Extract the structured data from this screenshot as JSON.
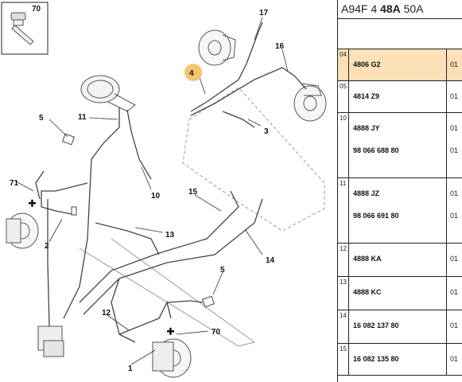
{
  "header": {
    "pre": "A94F 4 ",
    "bold": "48A",
    "post": " 50A"
  },
  "inset": {
    "label": "70"
  },
  "callouts": [
    "17",
    "4",
    "16",
    "5",
    "11",
    "3",
    "10",
    "15",
    "71",
    "13",
    "2",
    "14",
    "5",
    "12",
    "70",
    "1"
  ],
  "rows": [
    {
      "idx": "04",
      "refs": [
        "4806 G2"
      ],
      "qtys": [
        "01"
      ],
      "highlight": true
    },
    {
      "idx": "05",
      "refs": [
        "4814 Z9"
      ],
      "qtys": [
        "01"
      ],
      "highlight": false
    },
    {
      "idx": "10",
      "refs": [
        "4888 JY",
        "98 066 688 80"
      ],
      "qtys": [
        "01",
        "01"
      ],
      "highlight": false
    },
    {
      "idx": "11",
      "refs": [
        "4888 JZ",
        "98 066 691 80"
      ],
      "qtys": [
        "01",
        "01"
      ],
      "highlight": false
    },
    {
      "idx": "12",
      "refs": [
        "4888 KA"
      ],
      "qtys": [
        "01"
      ],
      "highlight": false
    },
    {
      "idx": "13",
      "refs": [
        "4888 KC"
      ],
      "qtys": [
        "01"
      ],
      "highlight": false
    },
    {
      "idx": "14",
      "refs": [
        "16 082 137 80"
      ],
      "qtys": [
        "01"
      ],
      "highlight": false
    },
    {
      "idx": "15",
      "refs": [
        "16 082 135 80"
      ],
      "qtys": [
        "01"
      ],
      "highlight": false
    }
  ],
  "colors": {
    "highlight": "#fbe0b8",
    "callout_marker": "#f3c66e"
  }
}
